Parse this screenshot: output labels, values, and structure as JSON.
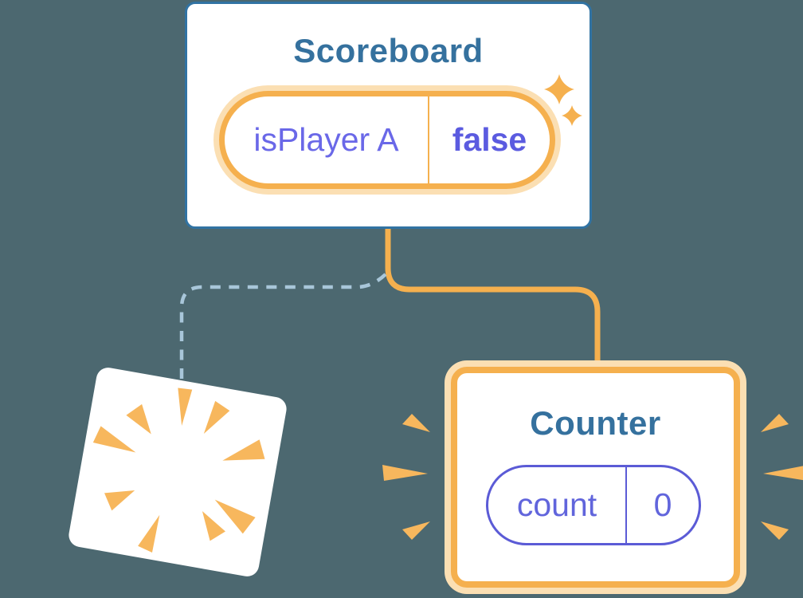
{
  "diagram": {
    "scoreboard": {
      "title": "Scoreboard",
      "state_label": "isPlayer A",
      "state_value": "false"
    },
    "counter": {
      "title": "Counter",
      "state_label": "count",
      "state_value": "0"
    },
    "icons": {
      "sparkles": "sparkles-icon",
      "poof_burst": "poof-burst-icon",
      "emphasis_rays": "emphasis-rays-icon"
    },
    "colors": {
      "background": "#4C6870",
      "card_border_teal": "#3173A3",
      "title_teal": "#35719E",
      "accent_orange": "#F5B04E",
      "accent_orange_glow": "#FBDFB3",
      "ray_orange": "#F7B75D",
      "state_purple_label": "#6A68E8",
      "state_purple_value": "#5B5BE0",
      "counter_pill_purple": "#5B5BD6",
      "dashed_line_blue": "#A8C6D9"
    }
  }
}
